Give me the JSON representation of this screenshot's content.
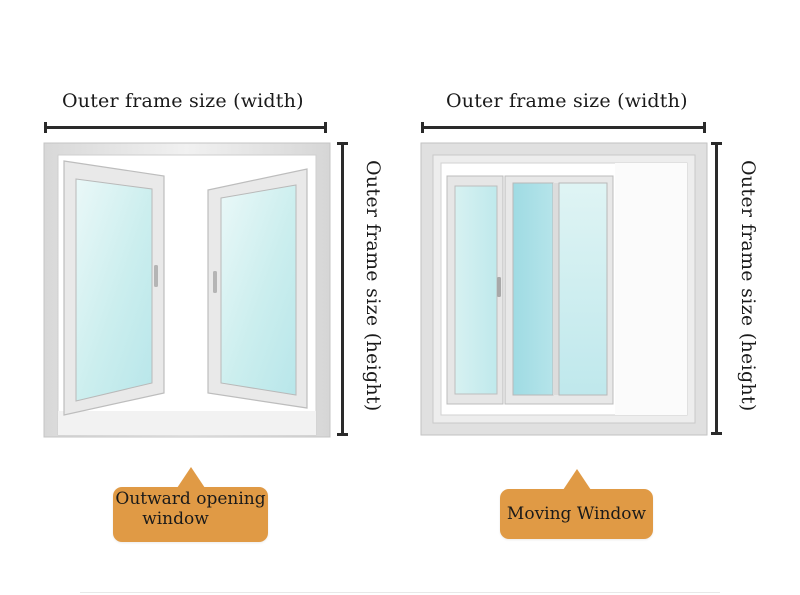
{
  "left_panel": {
    "width_label": "Outer frame size (width)",
    "height_label": "Outer frame size  (height)",
    "caption_line1": "Outward opening",
    "caption_line2": "window"
  },
  "right_panel": {
    "width_label": "Outer frame size (width)",
    "height_label": "Outer frame size  (height)",
    "caption": "Moving Window"
  },
  "colors": {
    "frame": "#e2e2e2",
    "frame_dark": "#c8c8c8",
    "glass_light": "#e6f6f6",
    "glass": "#c6ecec",
    "glass_blue": "#a8e0e6",
    "callout": "#e09a45"
  }
}
